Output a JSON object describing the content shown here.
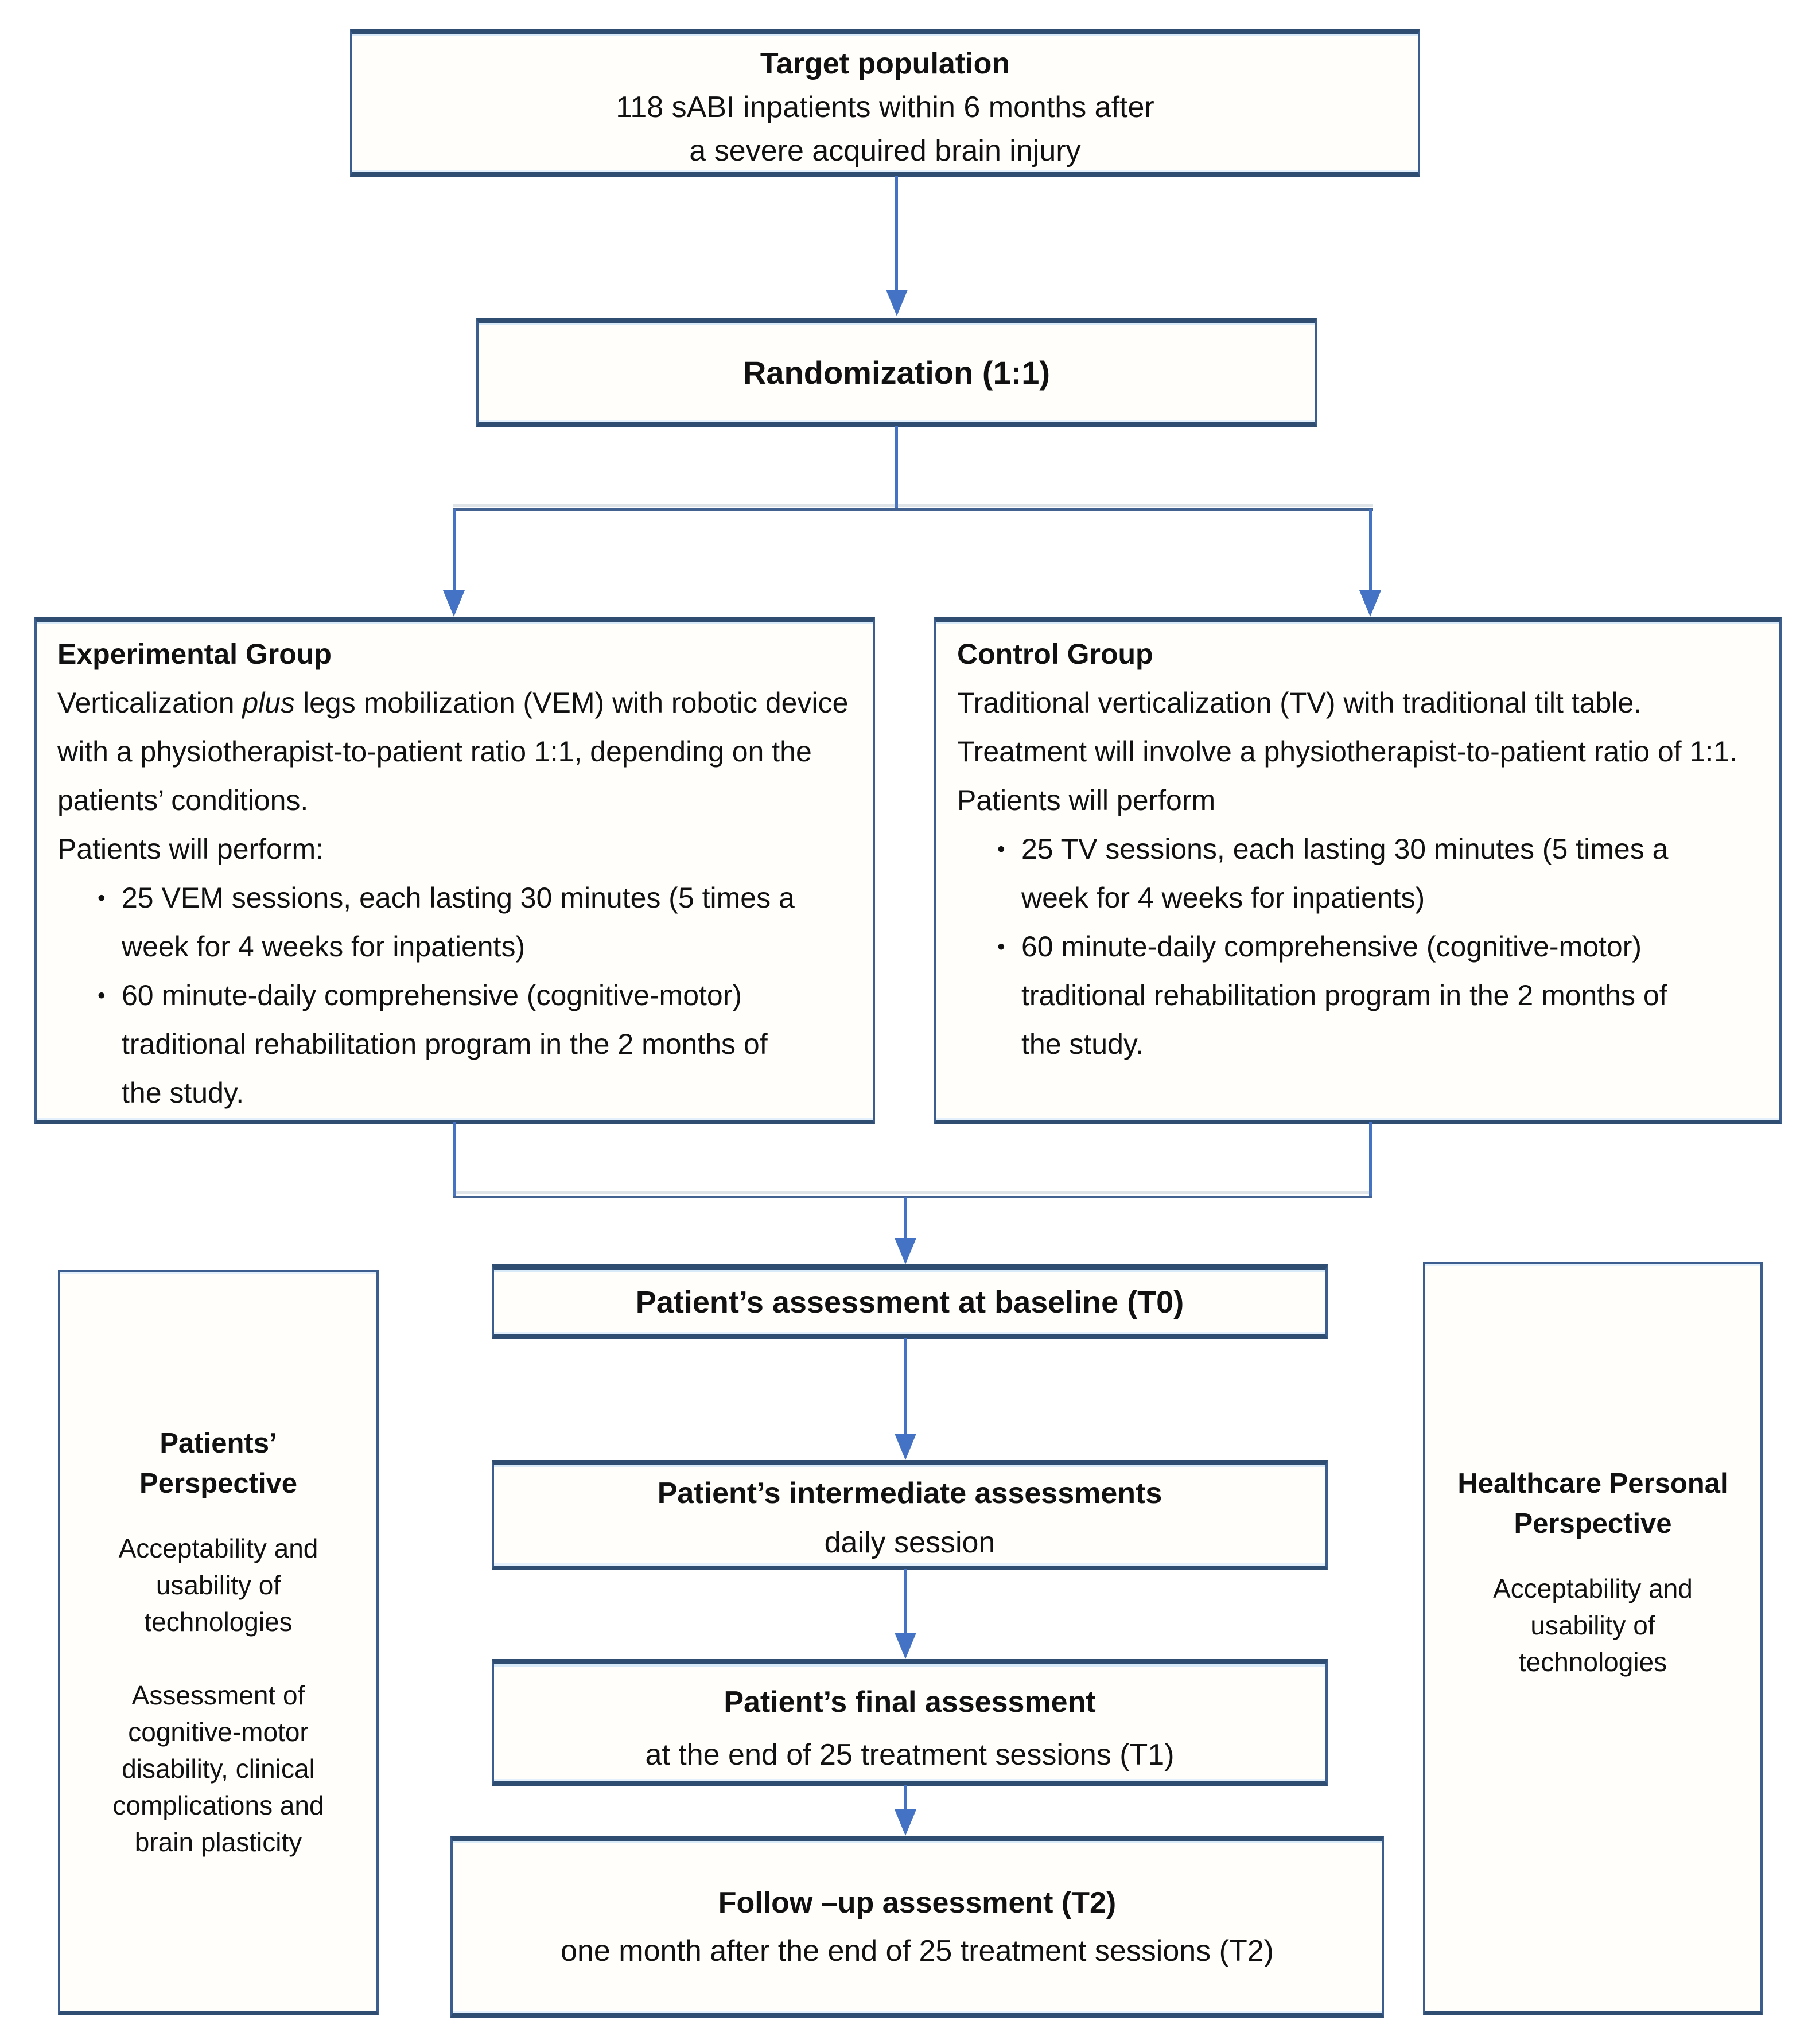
{
  "flow": {
    "target": {
      "title": "Target population",
      "lines": [
        "118 sABI inpatients within 6 months after",
        "a severe acquired brain injury"
      ]
    },
    "randomization": {
      "title": "Randomization (1:1)"
    },
    "experimental": {
      "title": "Experimental Group",
      "desc_pre": "Verticalization ",
      "desc_italic": "plus",
      "desc_post": " legs mobilization (VEM) with robotic device with a physiotherapist-to-patient ratio 1:1, depending on the patients’ conditions.",
      "perform_label": "Patients will perform:",
      "bullets": [
        "25 VEM sessions, each lasting 30 minutes (5 times a week for 4 weeks for inpatients)",
        "60 minute-daily comprehensive (cognitive-motor) traditional rehabilitation program in the 2 months of the study."
      ]
    },
    "control": {
      "title": "Control Group",
      "desc": "Traditional verticalization (TV) with traditional tilt table. Treatment will involve a physiotherapist-to-patient ratio of 1:1.",
      "perform_label": "Patients will perform",
      "bullets": [
        "25 TV sessions, each lasting 30 minutes (5 times a week for 4 weeks for inpatients)",
        "60 minute-daily comprehensive (cognitive-motor) traditional rehabilitation program in the 2 months of the study."
      ]
    },
    "baseline": {
      "title": "Patient’s assessment at baseline (T0)"
    },
    "intermediate": {
      "title": "Patient’s intermediate assessments",
      "subtitle": "daily session"
    },
    "final": {
      "title": "Patient’s final assessment",
      "subtitle": "at the end of 25 treatment sessions (T1)"
    },
    "followup": {
      "title": "Follow –up assessment (T2)",
      "subtitle": "one month after the end of 25 treatment sessions (T2)"
    }
  },
  "side": {
    "patients": {
      "title": "Patients’ Perspective",
      "paragraphs": [
        "Acceptability and usability of technologies",
        "Assessment of cognitive-motor disability, clinical complications and brain plasticity"
      ]
    },
    "healthcare": {
      "title": "Healthcare Personal Perspective",
      "paragraphs": [
        "Acceptability and usability of technologies"
      ]
    }
  },
  "colors": {
    "box_border": "#3b5e8e",
    "box_border_dark": "#2e4d71",
    "arrow_accent": "#4472c4",
    "connector": "#44628f",
    "text": "#111111",
    "background": "#ffffff"
  }
}
